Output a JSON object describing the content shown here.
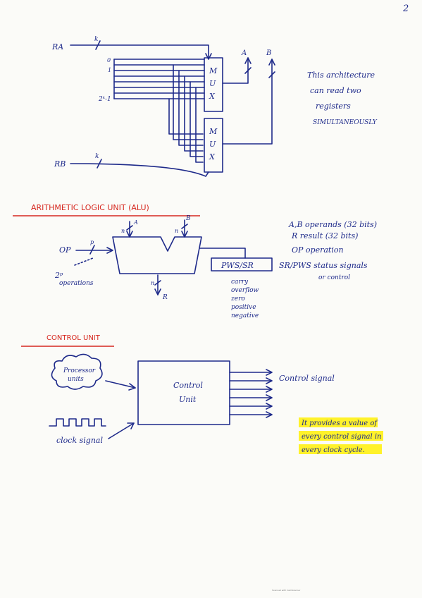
{
  "page_number": "2",
  "register_section": {
    "input_a": "RA",
    "input_b": "RB",
    "k_label": "k",
    "reg_index_0": "0",
    "reg_index_1": "1",
    "reg_index_last": "2ᵏ-1",
    "mux_letters": [
      "M",
      "U",
      "X"
    ],
    "out_a": "A",
    "out_b": "B",
    "note_lines": [
      "This architecture",
      "can read two",
      "registers",
      "SIMULTANEOUSLY"
    ]
  },
  "alu_section": {
    "title": "ARITHMETIC LOGIC UNIT (ALU)",
    "op_label": "OP",
    "p_label": "p",
    "ops_lines": [
      "2ᵖ",
      "operations"
    ],
    "n_label": "n",
    "a_label": "A",
    "b_label": "B",
    "r_label": "R",
    "status_box": "PWS/SR",
    "flags": [
      "carry",
      "overflow",
      "zero",
      "positive",
      "negative"
    ],
    "legend": [
      "A,B operands (32 bits)",
      "R result (32 bits)",
      "OP operation",
      "SR/PWS status signals",
      "or control"
    ]
  },
  "control_section": {
    "title": "CONTROL UNIT",
    "processor_units": [
      "Processor",
      "units"
    ],
    "clock_signal": "clock signal",
    "box_lines": [
      "Control",
      "Unit"
    ],
    "control_signal": "Control signal",
    "note_lines": [
      "It provides a value of",
      "every control signal in",
      "every clock cycle."
    ]
  },
  "footer_text": "Scanned with CamScanner"
}
